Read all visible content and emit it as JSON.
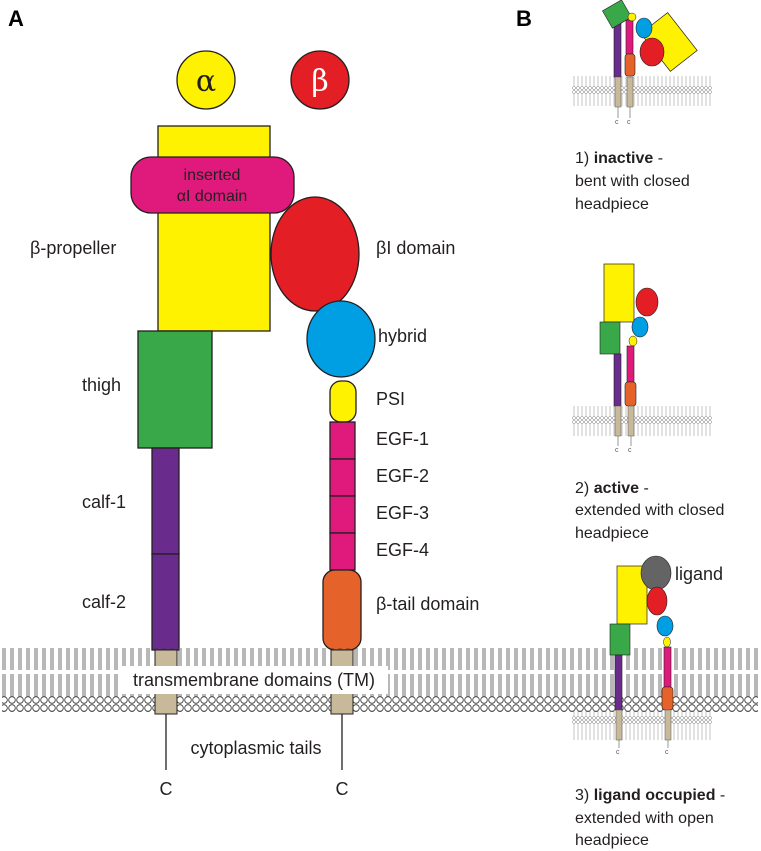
{
  "panels": {
    "a": "A",
    "b": "B"
  },
  "subunits": {
    "alpha": "α",
    "beta": "β"
  },
  "labels": {
    "inserted_line1": "inserted",
    "inserted_line2": "αI domain",
    "beta_propeller": "β-propeller",
    "thigh": "thigh",
    "calf1": "calf-1",
    "calf2": "calf-2",
    "beta_i": "βI domain",
    "hybrid": "hybrid",
    "psi": "PSI",
    "egf1": "EGF-1",
    "egf2": "EGF-2",
    "egf3": "EGF-3",
    "egf4": "EGF-4",
    "beta_tail": "β-tail domain",
    "tm": "transmembrane domains (TM)",
    "cyto": "cytoplasmic tails",
    "c_terminus": "C"
  },
  "states": [
    {
      "num": "1)",
      "state": "inactive",
      "line1_rest": " -",
      "line2": "bent with closed",
      "line3": "headpiece"
    },
    {
      "num": "2)",
      "state": "active",
      "line1_rest": " -",
      "line2": "extended with closed",
      "line3": "headpiece"
    },
    {
      "num": "3)",
      "state": "ligand occupied",
      "line1_rest": " -",
      "line2": "extended with open",
      "line3": "headpiece"
    }
  ],
  "ligand_label": "ligand",
  "colors": {
    "alpha_circle": "#fff200",
    "beta_circle": "#e31e24",
    "propeller": "#fff200",
    "inserted": "#e0197d",
    "thigh": "#39a849",
    "calf": "#6a2c8c",
    "beta_i": "#e31e24",
    "hybrid": "#009fe3",
    "psi": "#fff200",
    "egf": "#e0197d",
    "beta_tail": "#e5632a",
    "tm": "#c8b99a",
    "ligand": "#646464"
  }
}
